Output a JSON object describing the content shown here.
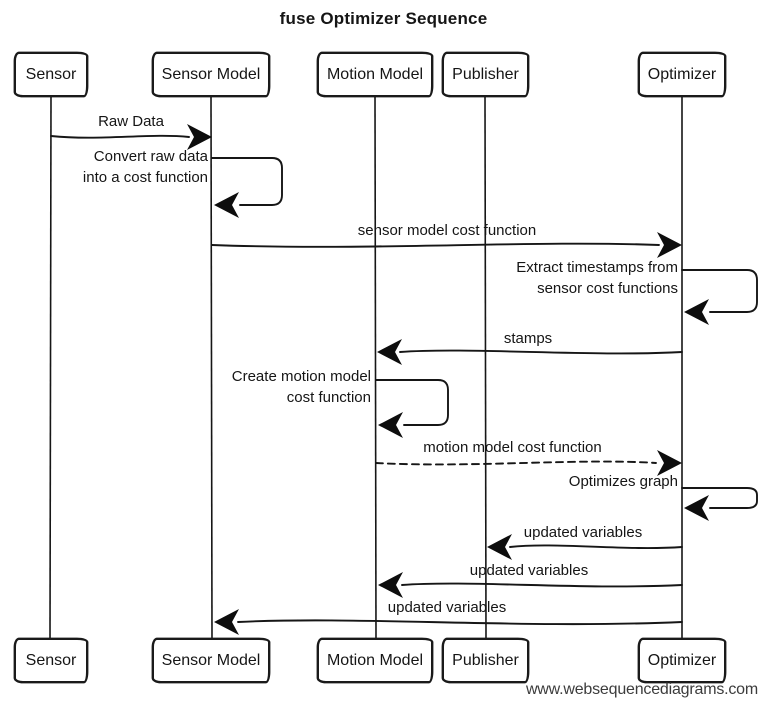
{
  "title": "fuse Optimizer Sequence",
  "watermark": "www.websequencediagrams.com",
  "colors": {
    "ink": "#161616",
    "background": "#ffffff"
  },
  "actors": [
    {
      "label": "Sensor"
    },
    {
      "label": "Sensor Model"
    },
    {
      "label": "Motion Model"
    },
    {
      "label": "Publisher"
    },
    {
      "label": "Optimizer"
    }
  ],
  "messages": [
    {
      "label": "Raw Data",
      "from": "Sensor",
      "to": "Sensor Model",
      "arrow": "solid"
    },
    {
      "lines": [
        "Convert raw data",
        "into a cost function"
      ],
      "from": "Sensor Model",
      "to": "Sensor Model",
      "arrow": "self"
    },
    {
      "label": "sensor model cost function",
      "from": "Sensor Model",
      "to": "Optimizer",
      "arrow": "solid"
    },
    {
      "lines": [
        "Extract timestamps from",
        "sensor cost functions"
      ],
      "from": "Optimizer",
      "to": "Optimizer",
      "arrow": "self"
    },
    {
      "label": "stamps",
      "from": "Optimizer",
      "to": "Motion Model",
      "arrow": "solid"
    },
    {
      "lines": [
        "Create motion model",
        "cost function"
      ],
      "from": "Motion Model",
      "to": "Motion Model",
      "arrow": "self"
    },
    {
      "label": "motion model cost function",
      "from": "Motion Model",
      "to": "Optimizer",
      "arrow": "dashed"
    },
    {
      "label": "Optimizes graph",
      "from": "Optimizer",
      "to": "Optimizer",
      "arrow": "self"
    },
    {
      "label": "updated variables",
      "from": "Optimizer",
      "to": "Publisher",
      "arrow": "solid"
    },
    {
      "label": "updated variables",
      "from": "Optimizer",
      "to": "Motion Model",
      "arrow": "solid"
    },
    {
      "label": "updated variables",
      "from": "Optimizer",
      "to": "Sensor Model",
      "arrow": "solid"
    }
  ]
}
